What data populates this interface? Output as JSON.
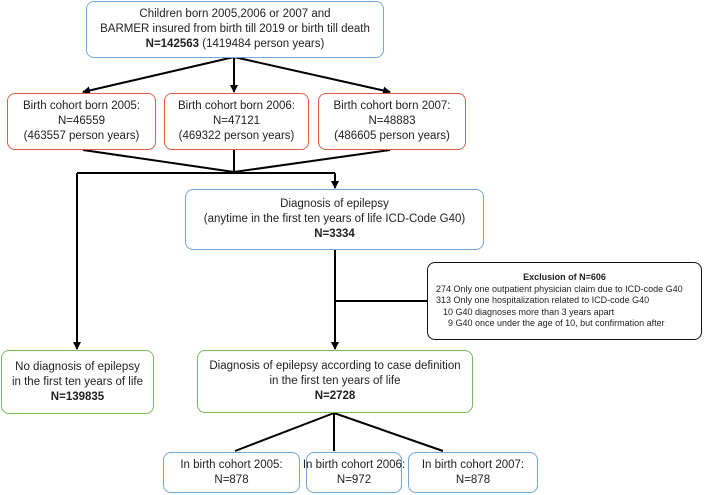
{
  "top": {
    "line1": "Children born 2005,2006 or 2007 and",
    "line2": "BARMER insured from birth till 2019 or birth till death",
    "n": "N=142563",
    "py": " (1419484 person years)"
  },
  "cohorts": [
    {
      "title": "Birth cohort born 2005:",
      "n": "N=46559",
      "py": "(463557 person years)"
    },
    {
      "title": "Birth cohort born 2006:",
      "n": "N=47121",
      "py": "(469322 person years)"
    },
    {
      "title": "Birth cohort born 2007:",
      "n": "N=48883",
      "py": "(486605 person years)"
    }
  ],
  "diagnosis": {
    "line1": "Diagnosis of epilepsy",
    "line2": "(anytime in the first ten years of life ICD-Code G40)",
    "n": "N=3334"
  },
  "exclusion": {
    "title": "Exclusion of N=606",
    "items": [
      "274 Only one outpatient physician claim due to ICD-code G40",
      "313 Only one hospitalization related to ICD-code G40",
      "  10 G40 diagnoses more than 3 years apart",
      "    9 G40 once under the age of 10, but confirmation after"
    ]
  },
  "no_diagnosis": {
    "line1": "No diagnosis of epilepsy",
    "line2": "in the first ten years of life",
    "n": "N=139835"
  },
  "case_definition": {
    "line1": "Diagnosis of epilepsy according to case definition",
    "line2": "in the first ten years of life",
    "n": "N=2728"
  },
  "results": [
    {
      "title": "In birth cohort 2005:",
      "n": "N=878"
    },
    {
      "title": "In birth cohort 2006:",
      "n": "N=972"
    },
    {
      "title": "In birth cohort 2007:",
      "n": "N=878"
    }
  ],
  "colors": {
    "blue": "#6fa8d6",
    "red": "#e25b45",
    "green": "#7cb95a",
    "black": "#111111"
  }
}
